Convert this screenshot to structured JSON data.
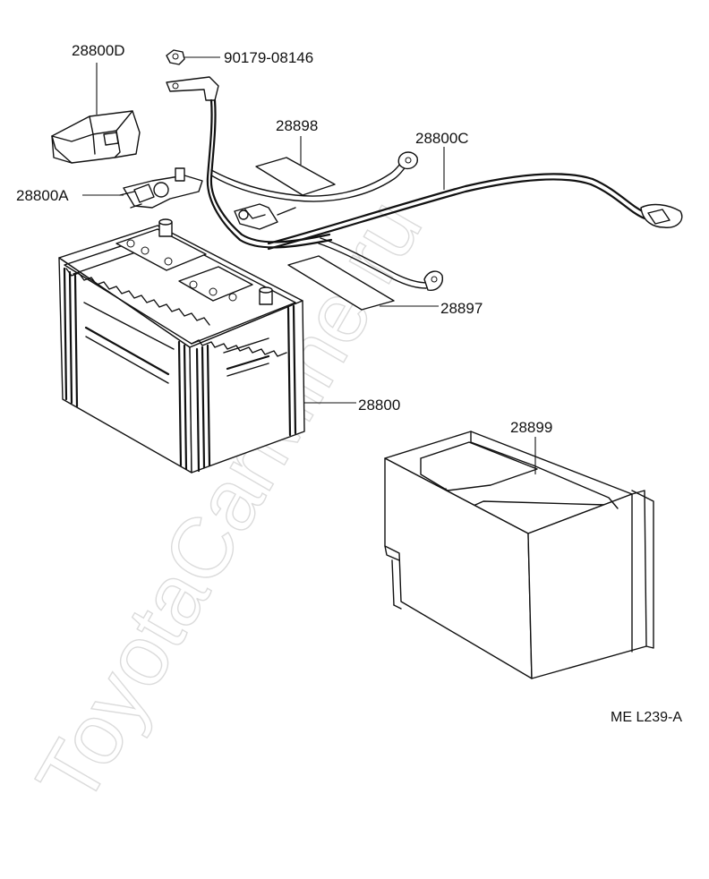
{
  "diagram": {
    "labels": {
      "p28800D": "28800D",
      "p90179": "90179-08146",
      "p28898": "28898",
      "p28800C": "28800C",
      "p28800A": "28800A",
      "p28897": "28897",
      "p28800": "28800",
      "p28899": "28899"
    },
    "reference": "ME  L239-A",
    "watermark": "ToyotaCarMine.ru"
  }
}
